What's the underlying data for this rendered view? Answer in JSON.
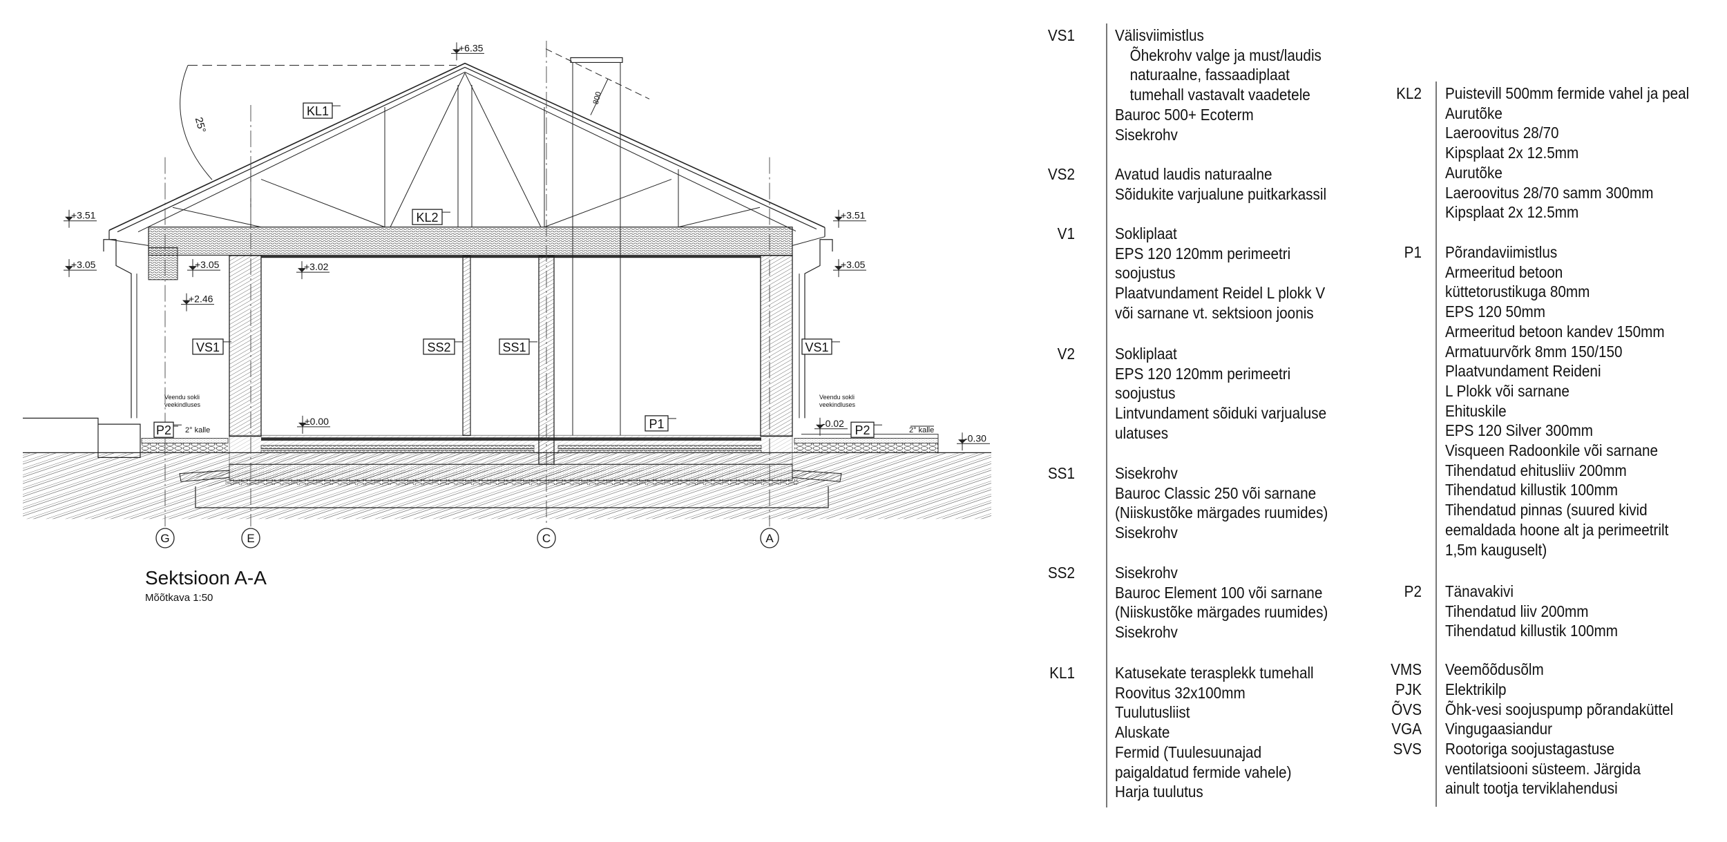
{
  "drawing": {
    "title": "Sektsioon A-A",
    "scale": "Mõõtkava 1:50",
    "angle": "25°",
    "chimney_dim": "800",
    "tags": [
      "KL1",
      "KL2",
      "VS1",
      "SS2",
      "SS1",
      "VS1",
      "P1",
      "P2",
      "P2"
    ],
    "elevations": [
      "+6.35",
      "+3.51",
      "+3.51",
      "+3.05",
      "+3.05",
      "+3.05",
      "+3.02",
      "+2.46",
      "±0.00",
      "-0.02",
      "-0.30"
    ],
    "slope_notes": [
      "2° kalle",
      "2° kalle"
    ],
    "waterproof_note": [
      "Veendu sokli",
      "veekindluses"
    ],
    "grid_axes": [
      "G",
      "E",
      "C",
      "A"
    ]
  },
  "legend": {
    "left": [
      {
        "code": "VS1",
        "lines": [
          "Välisviimistlus",
          "Õhekrohv valge ja must/laudis",
          "naturaalne, fassaadiplaat",
          "tumehall vastavalt vaadetele",
          "Bauroc 500+ Ecoterm",
          "Sisekrohv"
        ]
      },
      {
        "code": "VS2",
        "lines": [
          "Avatud laudis naturaalne",
          "Sõidukite varjualune puitkarkassil"
        ]
      },
      {
        "code": "V1",
        "lines": [
          "Sokliplaat",
          "EPS 120 120mm perimeetri",
          "soojustus",
          "Plaatvundament Reidel L plokk V",
          "või sarnane vt. sektsioon joonis"
        ]
      },
      {
        "code": "V2",
        "lines": [
          "Sokliplaat",
          "EPS 120 120mm perimeetri",
          "soojustus",
          "Lintvundament sõiduki varjualuse",
          "ulatuses"
        ]
      },
      {
        "code": "SS1",
        "lines": [
          "Sisekrohv",
          "Bauroc Classic 250 või sarnane",
          "(Niiskustõke märgades ruumides)",
          "Sisekrohv"
        ]
      },
      {
        "code": "SS2",
        "lines": [
          "Sisekrohv",
          "Bauroc Element 100 või sarnane",
          "(Niiskustõke märgades ruumides)",
          "Sisekrohv"
        ]
      },
      {
        "code": "KL1",
        "lines": [
          "Katusekate terasplekk tumehall",
          "Roovitus 32x100mm",
          "Tuulutusliist",
          "Aluskate",
          "Fermid (Tuulesuunajad",
          "paigaldatud fermide vahele)",
          "Harja tuulutus"
        ]
      }
    ],
    "right": [
      {
        "code": "KL2",
        "lines": [
          "Puistevill 500mm fermide vahel ja peal",
          "Aurutõke",
          "Laeroovitus 28/70",
          "Kipsplaat 2x 12.5mm",
          "Aurutõke",
          "Laeroovitus 28/70 samm 300mm",
          "Kipsplaat 2x 12.5mm"
        ]
      },
      {
        "code": "P1",
        "lines": [
          "Põrandaviimistlus",
          "Armeeritud betoon",
          "küttetorustikuga 80mm",
          "EPS 120 50mm",
          "Armeeritud betoon kandev 150mm",
          "Armatuurvõrk 8mm 150/150",
          "Plaatvundament Reideni",
          "L Plokk või sarnane",
          "Ehituskile",
          "EPS 120 Silver 300mm",
          "Visqueen Radoonkile või sarnane",
          "Tihendatud ehitusliiv 200mm",
          "Tihendatud killustik 100mm",
          "Tihendatud pinnas (suured kivid",
          "eemaldada hoone alt ja perimeetrilt",
          "1,5m kauguselt)"
        ]
      },
      {
        "code": "P2",
        "lines": [
          "Tänavakivi",
          "Tihendatud liiv 200mm",
          "Tihendatud killustik 100mm"
        ]
      },
      {
        "code": "VMS",
        "lines": [
          "Veemõõdusõlm"
        ]
      },
      {
        "code": "PJK",
        "lines": [
          "Elektrikilp"
        ]
      },
      {
        "code": "ÕVS",
        "lines": [
          "Õhk-vesi soojuspump põrandaküttel"
        ]
      },
      {
        "code": "VGA",
        "lines": [
          "Vingugaasiandur"
        ]
      },
      {
        "code": "SVS",
        "lines": [
          "Rootoriga soojustagastuse",
          "ventilatsiooni süsteem. Järgida",
          "ainult tootja terviklahendusi"
        ]
      }
    ]
  }
}
